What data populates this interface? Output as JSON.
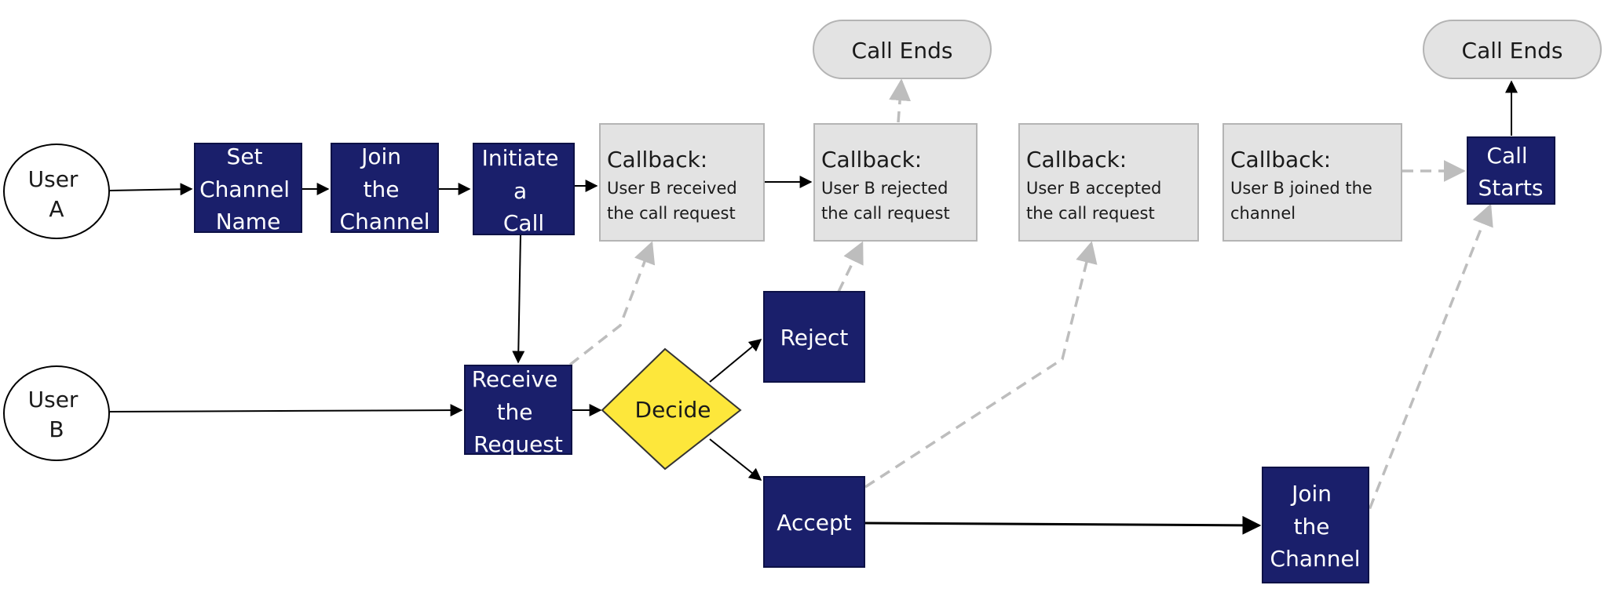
{
  "colors": {
    "navy": "#1a1f6b",
    "navy_stroke": "#0d1146",
    "callback_fill": "#e3e3e3",
    "callback_stroke": "#b4b4b4",
    "decide_fill": "#fde73b",
    "solid_arrow": "#000000",
    "dashed_arrow": "#bdbdbd",
    "node_text_light": "#ffffff",
    "node_text_dark": "#1a1a1a"
  },
  "nodes": {
    "user_a": {
      "lines": [
        "User",
        "A"
      ]
    },
    "user_b": {
      "lines": [
        "User",
        "B"
      ]
    },
    "set_channel_name": {
      "lines": [
        "Set",
        "Channel",
        "Name"
      ]
    },
    "join_channel_a": {
      "lines": [
        "Join",
        "the",
        "Channel"
      ]
    },
    "initiate_call": {
      "lines": [
        "Initiate",
        "a",
        "Call"
      ]
    },
    "receive_request": {
      "lines": [
        "Receive",
        "the",
        "Request"
      ]
    },
    "decide": {
      "lines": [
        "Decide"
      ]
    },
    "reject": {
      "lines": [
        "Reject"
      ]
    },
    "accept": {
      "lines": [
        "Accept"
      ]
    },
    "join_channel_b": {
      "lines": [
        "Join",
        "the",
        "Channel"
      ]
    },
    "call_starts": {
      "lines": [
        "Call",
        "Starts"
      ]
    },
    "call_ends_1": {
      "lines": [
        "Call Ends"
      ]
    },
    "call_ends_2": {
      "lines": [
        "Call Ends"
      ]
    },
    "callback_received": {
      "title": "Callback:",
      "lines": [
        "User B received",
        "the call request"
      ]
    },
    "callback_rejected": {
      "title": "Callback:",
      "lines": [
        "User B rejected",
        "the call request"
      ]
    },
    "callback_accepted": {
      "title": "Callback:",
      "lines": [
        "User B accepted",
        "the call request"
      ]
    },
    "callback_joined": {
      "title": "Callback:",
      "lines": [
        "User B joined the",
        "channel"
      ]
    }
  }
}
